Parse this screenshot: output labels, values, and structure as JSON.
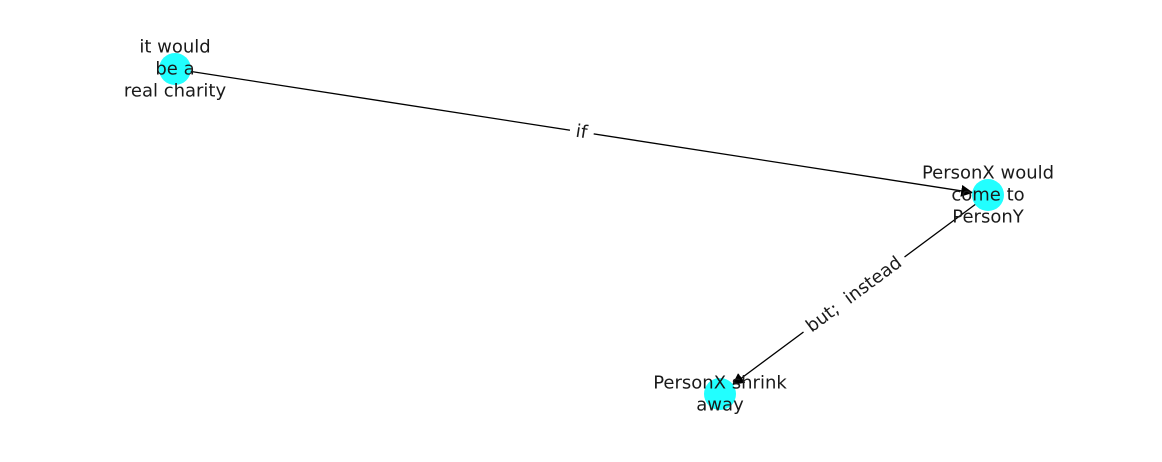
{
  "graph": {
    "node_color": "#22FFFF",
    "edge_color": "#000000",
    "label_color": "#1a1a1a",
    "nodes": [
      {
        "id": "n1",
        "lines": [
          "it would",
          "be a",
          "real charity"
        ]
      },
      {
        "id": "n2",
        "lines": [
          "PersonX would",
          "come to",
          "PersonY"
        ]
      },
      {
        "id": "n3",
        "lines": [
          "PersonX shrink",
          "away"
        ]
      }
    ],
    "edges": [
      {
        "id": "e1",
        "source": "n1",
        "target": "n2",
        "label": "if"
      },
      {
        "id": "e2",
        "source": "n2",
        "target": "n3",
        "label": "but;  instead"
      }
    ]
  }
}
